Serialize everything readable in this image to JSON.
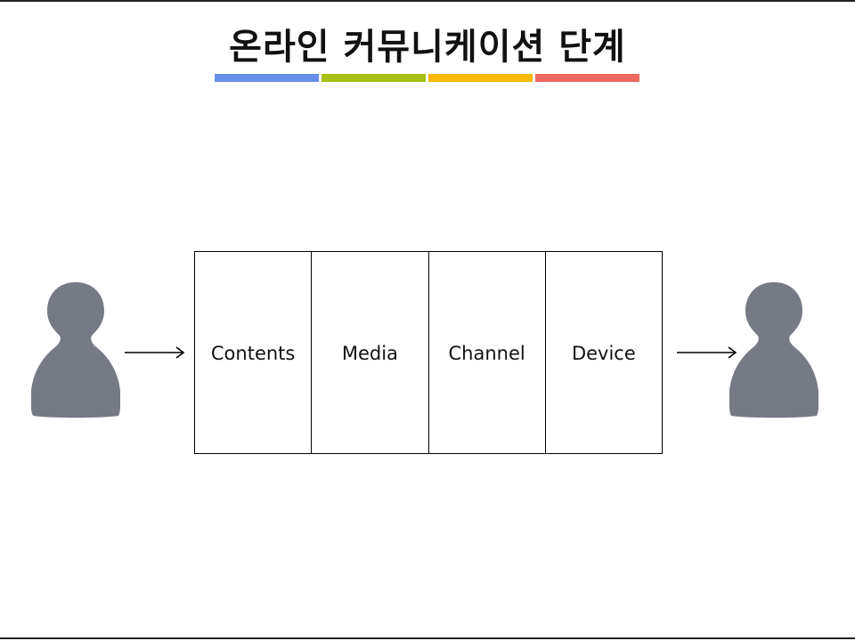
{
  "title": "온라인 커뮤니케이션 단계",
  "colors": {
    "underline": [
      "#6a8fe8",
      "#a8c013",
      "#f6b800",
      "#ee6a60"
    ],
    "person": "#767a85",
    "line": "#000000"
  },
  "icons": {
    "sender": "person-icon",
    "receiver": "person-icon",
    "arrows": "arrow-right-icon"
  },
  "stages": [
    {
      "label": "Contents"
    },
    {
      "label": "Media"
    },
    {
      "label": "Channel"
    },
    {
      "label": "Device"
    }
  ]
}
